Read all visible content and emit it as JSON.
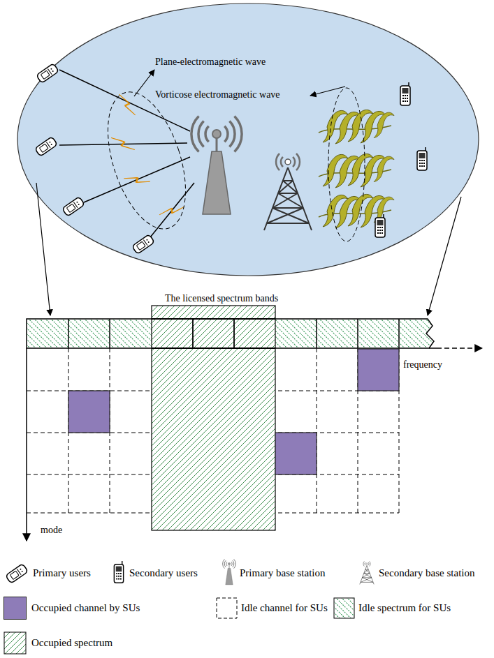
{
  "diagram": {
    "labels": [
      "Plane-electromagnetic wave",
      "Vorticose electromagnetic wave",
      "The licensed spectrum bands",
      "frequency",
      "mode"
    ],
    "legend": [
      {
        "text": "Primary users"
      },
      {
        "text": "Secondary users"
      },
      {
        "text": "Primary base station"
      },
      {
        "text": "Secondary base station"
      },
      {
        "text": "Occupied channel by SUs",
        "color": "#8e7cb8"
      },
      {
        "text": "Idle channel for SUs"
      },
      {
        "text": "Idle spectrum for SUs"
      },
      {
        "text": "Occupied spectrum"
      }
    ]
  }
}
